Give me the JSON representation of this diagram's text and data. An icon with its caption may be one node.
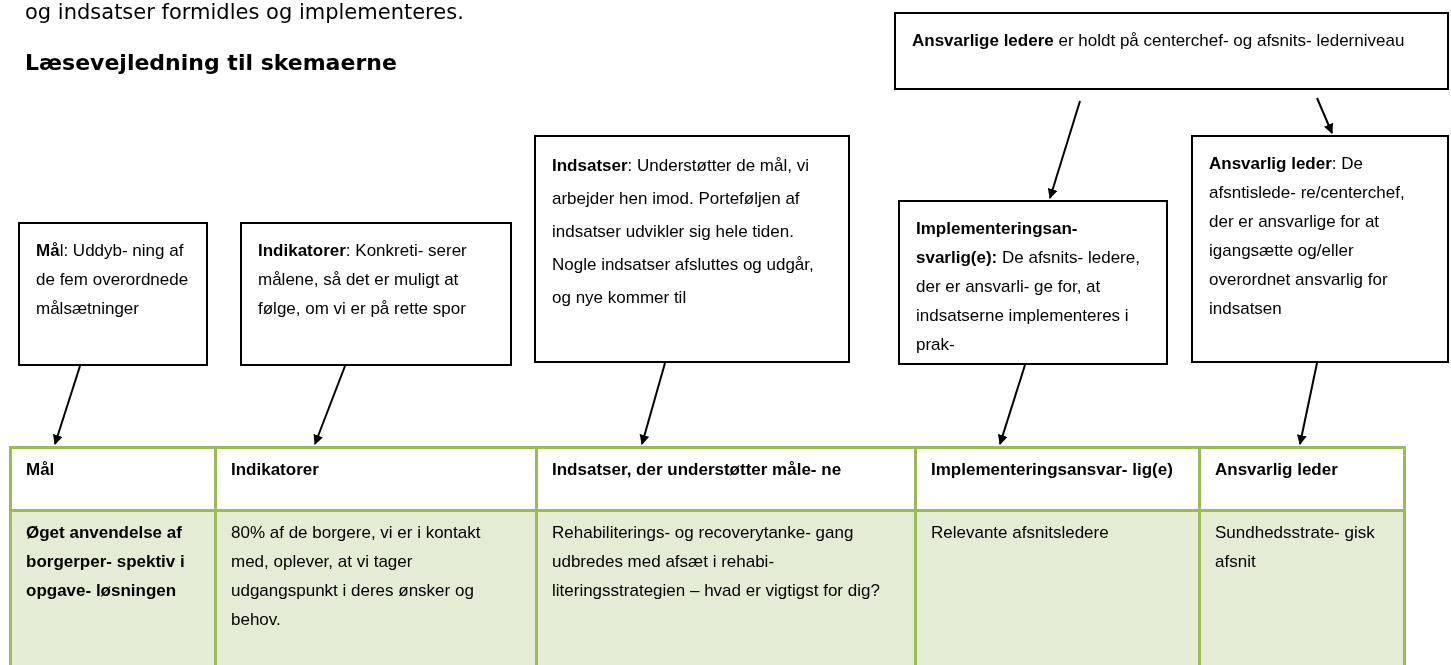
{
  "diagram": {
    "title": "Læsevejledning til skemaerne",
    "nodes": [
      {
        "text": [
          "**Må**l: Uddyb- ning af de fem overordnede målsætninger"
        ]
      },
      {
        "text": [
          "**Indikatorer**: Konkreti- serer målene, så det er muligt at følge, om vi er på rette spor"
        ]
      },
      {
        "text": [
          "**Indsatser**: Understøtter de mål, vi arbejder hen imod. Porteføljen af indsatser udvikler sig hele tiden. Nogle indsatser afsluttes og udgår, og nye kommer til"
        ]
      },
      {
        "text": [
          "**Ansvarlige ledere** er holdt på centerchef- og afsnits- lederniveau"
        ]
      },
      {
        "text": [
          "**Implementeringsan- svarlig(e):** De afsnits- ledere, der er ansvarli- ge for, at indsatserne implementeres i prak-"
        ]
      },
      {
        "text": [
          "**Ansvarlig leder**: De afsntislede- re/centerchef, der er ansvarlige for at igangsætte og/eller overordnet ansvarlig for indsatsen"
        ]
      },
      {
        "text": [
          "Mål"
        ]
      },
      {
        "text": [
          "Indikatorer"
        ]
      },
      {
        "text": [
          "Indsatser, der understøtter måle- ne"
        ]
      },
      {
        "text": [
          "Implementeringsansvar- lig(e)"
        ]
      },
      {
        "text": [
          "Ansvarlig leder"
        ]
      }
    ],
    "edges": [
      {
        "from": 0,
        "to": 6,
        "arrow": "to"
      },
      {
        "from": 1,
        "to": 7,
        "arrow": "to"
      },
      {
        "from": 2,
        "to": 8,
        "arrow": "to"
      },
      {
        "from": 3,
        "to": 4,
        "arrow": "to"
      },
      {
        "from": 3,
        "to": 5,
        "arrow": "to"
      },
      {
        "from": 4,
        "to": 9,
        "arrow": "to"
      },
      {
        "from": 5,
        "to": 10,
        "arrow": "to"
      }
    ],
    "labels": [
      "og indsatser formidles og implementeres.",
      "Øget anvendelse af borgerper- spektiv i opgave- løsningen",
      "80% af de borgere, vi er i kontakt med, oplever, at vi tager udgangspunkt i deres ønsker og behov.",
      "Rehabiliterings- og recoverytanke- gang udbredes med afsæt i rehabi- literingsstrategien – hvad er vigtigst for dig?",
      "Relevante afsnitsledere",
      "Sundhedsstrate- gisk afsnit"
    ]
  }
}
